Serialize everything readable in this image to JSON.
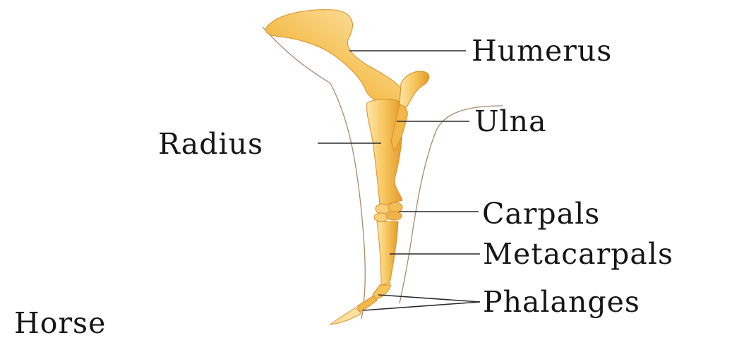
{
  "labels": {
    "humerus": "Humerus",
    "ulna": "Ulna",
    "radius": "Radius",
    "carpals": "Carpals",
    "metacarpals": "Metacarpals",
    "phalanges": "Phalanges"
  },
  "caption": "Horse",
  "colors": {
    "bone_light": "#fde6a8",
    "bone_mid": "#f7c55c",
    "bone_dark": "#e39a2b",
    "outline": "#a88a6c",
    "leader": "#2a2a2a",
    "text": "#161616"
  }
}
